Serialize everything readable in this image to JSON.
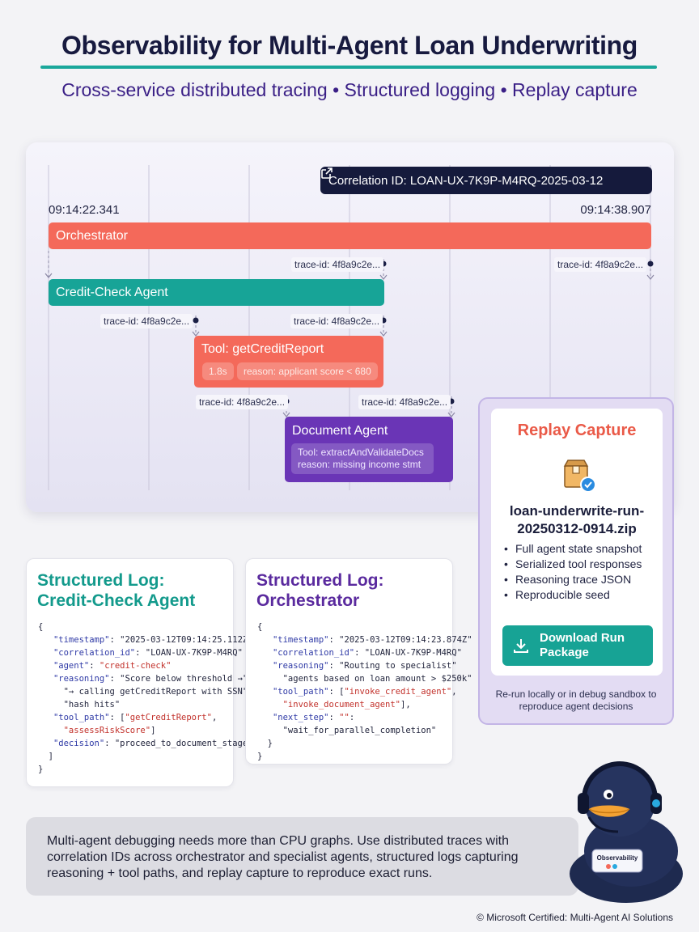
{
  "header": {
    "title": "Observability for Multi-Agent Loan Underwriting",
    "subtitle": "Cross-service distributed tracing • Structured logging • Replay capture"
  },
  "trace": {
    "correlation_label": "Correlation ID: LOAN-UX-7K9P-M4RQ-2025-03-12",
    "start_time": "09:14:22.341",
    "end_time": "09:14:38.907",
    "trace_id": "trace-id: 4f8a9c2e...",
    "spans": {
      "orchestrator": {
        "label": "Orchestrator",
        "color": "#f4695a"
      },
      "credit": {
        "label": "Credit-Check Agent",
        "color": "#17a497"
      },
      "tool": {
        "label": "Tool: getCreditReport",
        "color": "#f4695a",
        "chip1": "1.8s",
        "chip2": "reason: applicant score < 680"
      },
      "document": {
        "label": "Document Agent",
        "color": "#6a35b6",
        "detail1": "Tool: extractAndValidateDocs",
        "detail2": "reason: missing income stmt"
      }
    }
  },
  "replay": {
    "title": "Replay Capture",
    "filename_line1": "loan-underwrite-run-",
    "filename_line2": "20250312-0914.zip",
    "items": [
      "Full agent state snapshot",
      "Serialized tool responses",
      "Reasoning trace JSON",
      "Reproducible seed"
    ],
    "download_line1": "Download Run",
    "download_line2": "Package",
    "note": "Re-run locally or in debug sandbox to reproduce agent decisions"
  },
  "logs": {
    "credit": {
      "title_line1": "Structured Log:",
      "title_line2": "Credit-Check Agent",
      "color": "#139a8c",
      "timestamp": "2025-03-12T09:14:25.112Z",
      "correlation_id": "LOAN-UX-7K9P-M4RQ",
      "agent": "credit-check",
      "reasoning_a": "Score below threshold →",
      "reasoning_b": "→ calling getCreditReport with SSN",
      "reasoning_c": "hash hits",
      "tool_a": "getCreditReport",
      "tool_b": "assessRiskScore",
      "decision": "proceed_to_document_stage"
    },
    "orch": {
      "title_line1": "Structured Log:",
      "title_line2": "Orchestrator",
      "color": "#5a2a9e",
      "timestamp": "2025-03-12T09:14:23.874Z",
      "correlation_id": "LOAN-UX-7K9P-M4RQ",
      "reasoning_a": "Routing to specialist",
      "reasoning_b": "agents based on loan amount > $250k",
      "tool_a": "invoke_credit_agent",
      "tool_b": "invoke_document_agent",
      "next_step": "wait_for_parallel_completion"
    }
  },
  "summary": "Multi-agent debugging needs more than CPU graphs. Use distributed traces with correlation IDs across orchestrator and specialist agents, structured logs capturing reasoning + tool paths, and replay capture to reproduce exact runs.",
  "duck": {
    "badge_text": "Observability"
  },
  "footer": "© Microsoft Certified: Multi-Agent AI Solutions"
}
